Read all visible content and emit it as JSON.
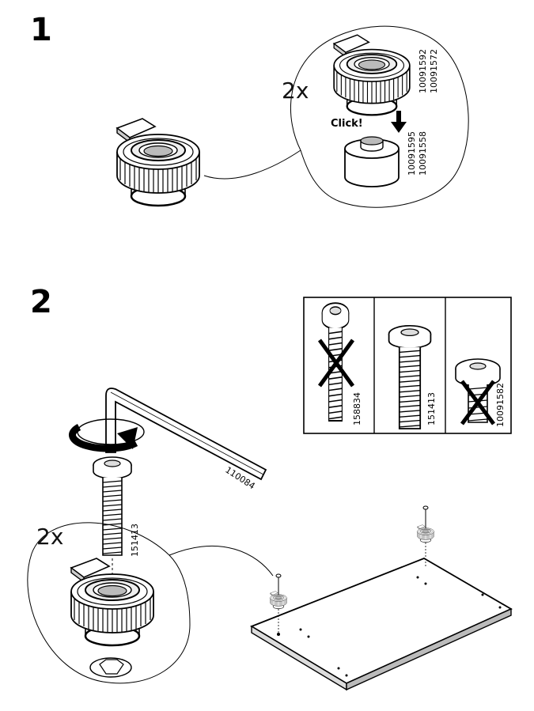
{
  "steps": [
    {
      "number": "1"
    },
    {
      "number": "2"
    }
  ],
  "step1": {
    "quantity": "2x",
    "click_text": "Click!",
    "part_codes_knob": [
      "10091592",
      "10091572"
    ],
    "part_codes_base": [
      "10091595",
      "10091558"
    ]
  },
  "step2": {
    "quantity": "2x",
    "allen_key_code": "110084",
    "screw_code": "151413",
    "screw_panel": [
      {
        "code": "158834",
        "rejected": true
      },
      {
        "code": "151413",
        "rejected": false
      },
      {
        "code": "10091582",
        "rejected": true
      }
    ]
  },
  "icons": [
    "knob-icon",
    "allen-key-icon",
    "rotate-arrow-icon",
    "screw-icon",
    "cross-icon",
    "arrow-down-icon",
    "panel-board-icon"
  ]
}
